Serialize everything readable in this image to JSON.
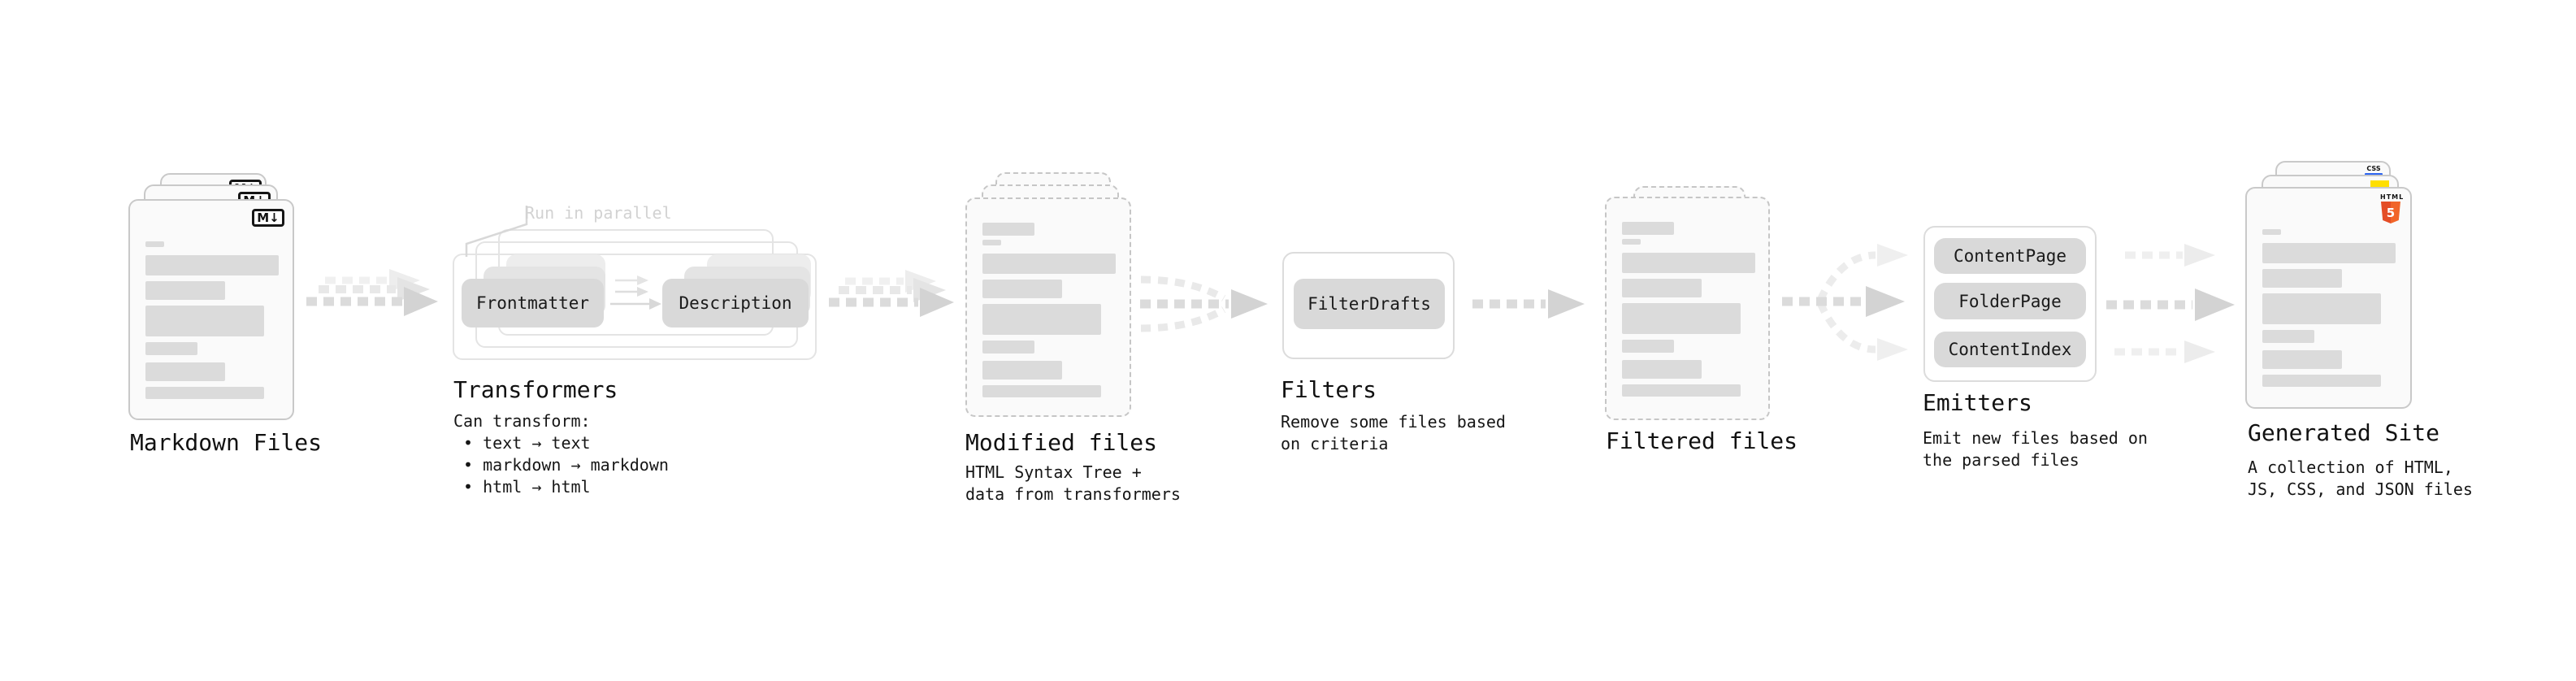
{
  "diagram": {
    "title_semantic": "static site generation pipeline",
    "colors": {
      "card_border": "#C9C9C9",
      "skeleton_bar": "#DBDBDB",
      "chip_bg": "#D9D9D9",
      "arrow_gray": "#D3D3D3",
      "html5_orange": "#E44D26",
      "js_yellow": "#FFDF00",
      "css_blue": "#2D65F1"
    }
  },
  "stages": {
    "markdown_files": {
      "label": "Markdown Files",
      "badge": "M↓"
    },
    "transformers": {
      "label": "Transformers",
      "parallel_note": "Run in parallel",
      "chips": [
        "Frontmatter",
        "Description"
      ],
      "description": "Can transform:\n • text → text\n • markdown → markdown\n • html → html"
    },
    "modified_files": {
      "label": "Modified files",
      "description": "HTML Syntax Tree +\ndata from transformers"
    },
    "filters": {
      "label": "Filters",
      "chips": [
        "FilterDrafts"
      ],
      "description": "Remove some files based\non criteria"
    },
    "filtered_files": {
      "label": "Filtered files"
    },
    "emitters": {
      "label": "Emitters",
      "chips": [
        "ContentPage",
        "FolderPage",
        "ContentIndex"
      ],
      "description": "Emit new files based on\nthe parsed files"
    },
    "generated_site": {
      "label": "Generated Site",
      "description": "A collection of HTML,\nJS, CSS, and JSON files",
      "badges": {
        "html5": {
          "text": "HTML",
          "number": "5"
        },
        "css": {
          "text": "CSS"
        }
      }
    }
  }
}
